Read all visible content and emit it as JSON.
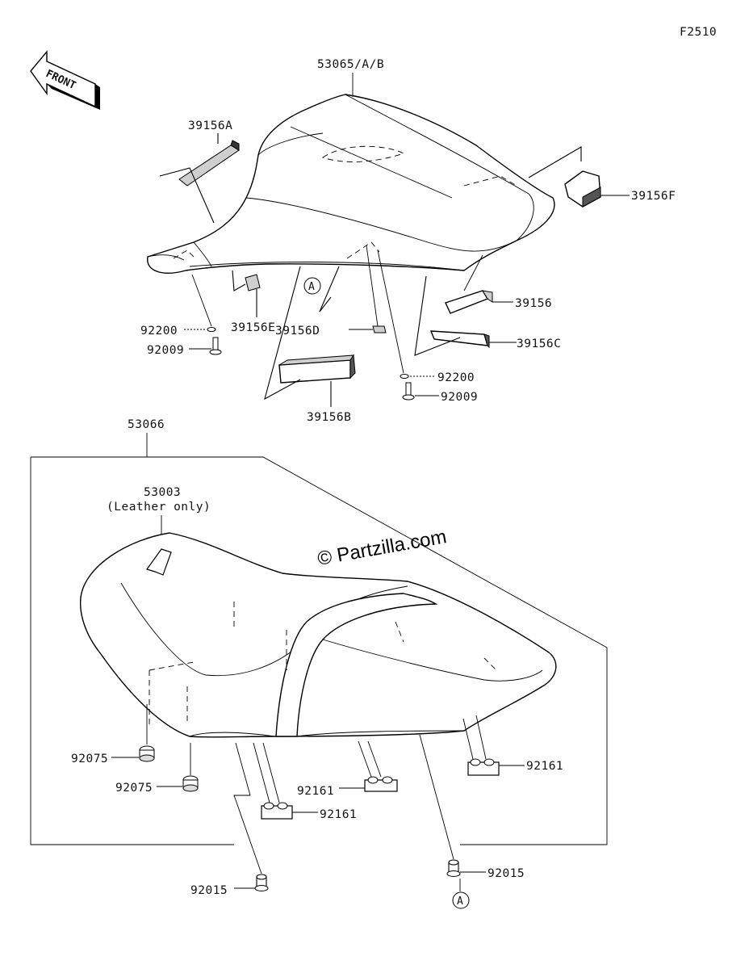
{
  "diagram_code": "F2510",
  "front_arrow_text": "FRONT",
  "watermark": "© Partzilla.com",
  "callout_letter": "A",
  "labels": {
    "seat_cover": "53065/A/B",
    "p39156A": "39156A",
    "p39156F": "39156F",
    "p39156": "39156",
    "p39156C": "39156C",
    "p39156D": "39156D",
    "p39156E": "39156E",
    "p39156B": "39156B",
    "p92200_left": "92200",
    "p92009_left": "92009",
    "p92200_right": "92200",
    "p92009_right": "92009",
    "seat_assy": "53066",
    "emblem": "53003",
    "emblem_note": "(Leather only)",
    "p92075_upper": "92075",
    "p92075_lower": "92075",
    "p92161_center": "92161",
    "p92161_front": "92161",
    "p92161_right": "92161",
    "p92015_left": "92015",
    "p92015_right": "92015"
  }
}
